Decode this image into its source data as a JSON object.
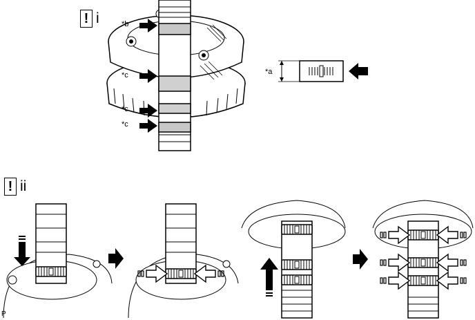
{
  "steps": [
    {
      "mark": "!",
      "numeral": "i"
    },
    {
      "mark": "!",
      "numeral": "ii"
    }
  ],
  "callouts": {
    "b": "*b",
    "c1": "*c",
    "c2": "*c",
    "c3": "*c",
    "a": "*a"
  },
  "figure_code": "P"
}
